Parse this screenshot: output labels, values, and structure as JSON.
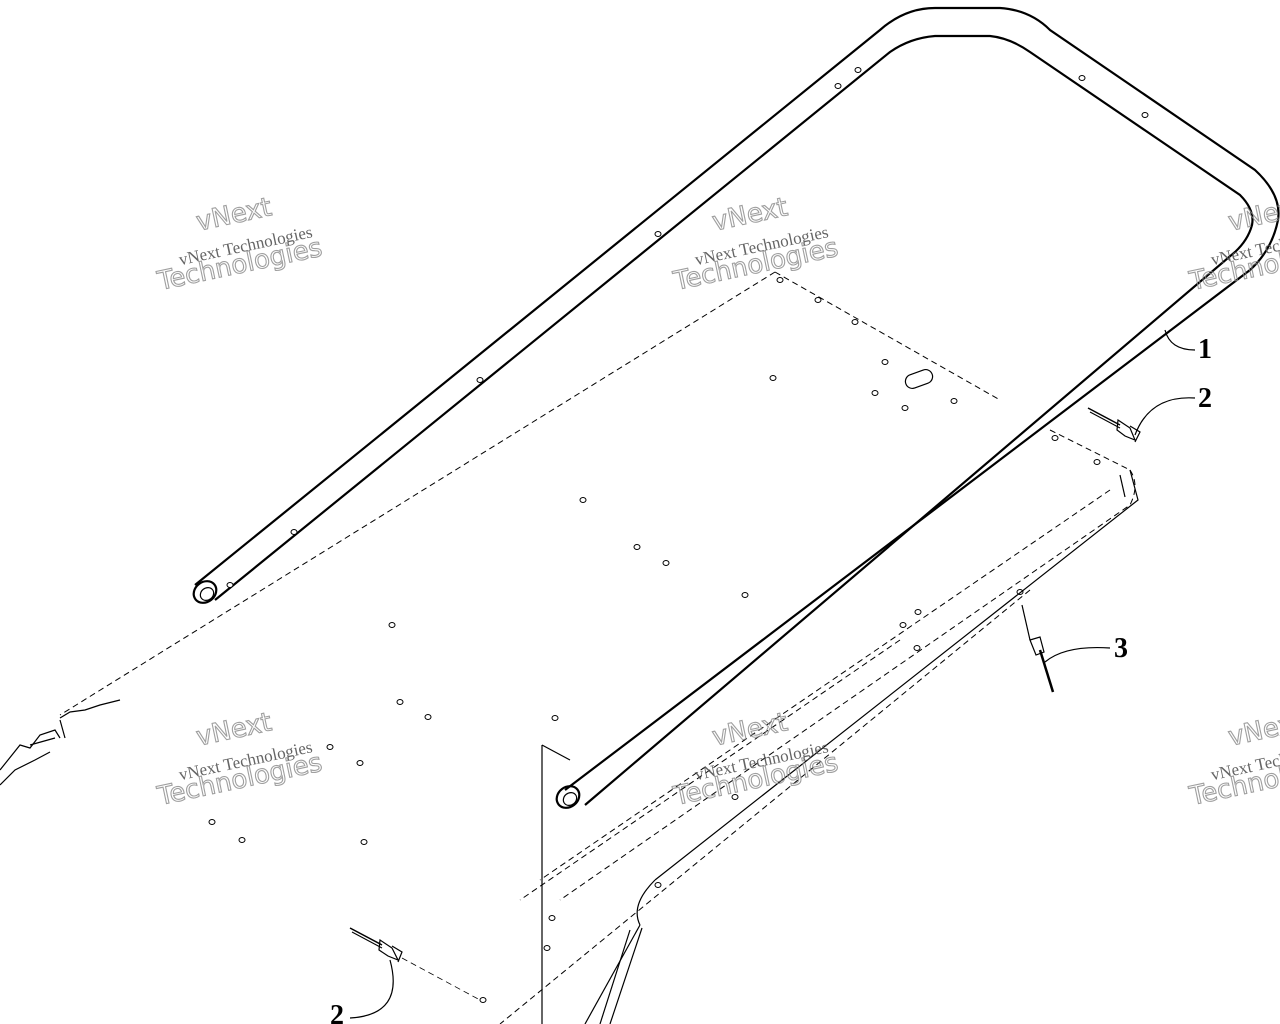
{
  "callouts": {
    "c1": "1",
    "c2a": "2",
    "c3": "3",
    "c2b": "2"
  },
  "watermark": {
    "line1": "vNext Technologies",
    "line2": "Technologies",
    "line0": "vNext"
  }
}
